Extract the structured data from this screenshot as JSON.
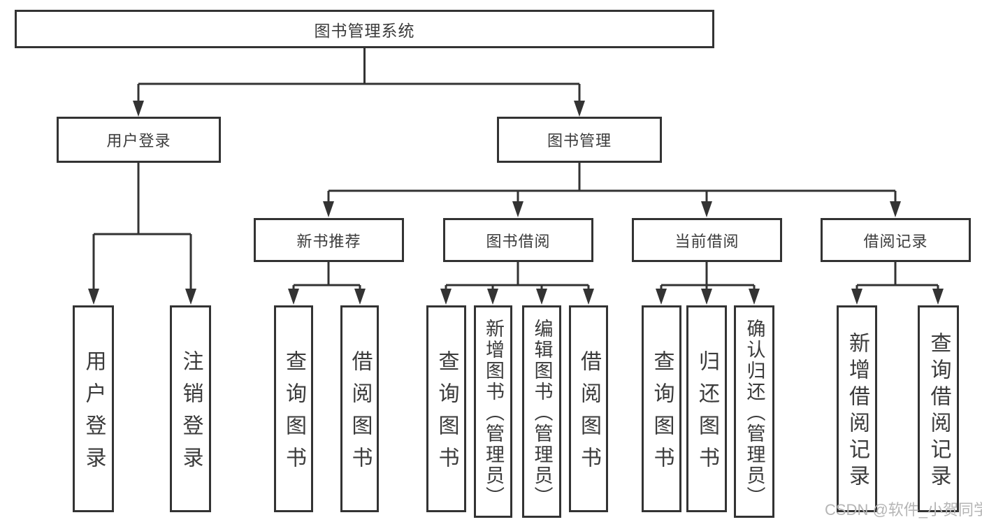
{
  "tree": {
    "root": {
      "label": "图书管理系统"
    },
    "branches": [
      {
        "label": "用户登录",
        "children": [
          {
            "label": "用户登录"
          },
          {
            "label": "注销登录"
          }
        ]
      },
      {
        "label": "图书管理",
        "groups": [
          {
            "label": "新书推荐",
            "children": [
              {
                "label": "查询图书"
              },
              {
                "label": "借阅图书"
              }
            ]
          },
          {
            "label": "图书借阅",
            "children": [
              {
                "label": "查询图书"
              },
              {
                "label": "新增图书（管理员）"
              },
              {
                "label": "编辑图书（管理员）"
              },
              {
                "label": "借阅图书"
              }
            ]
          },
          {
            "label": "当前借阅",
            "children": [
              {
                "label": "查询图书"
              },
              {
                "label": "归还图书"
              },
              {
                "label": "确认归还（管理员）"
              }
            ]
          },
          {
            "label": "借阅记录",
            "children": [
              {
                "label": "新增借阅记录"
              },
              {
                "label": "查询借阅记录"
              }
            ]
          }
        ]
      }
    ]
  },
  "watermark": "CSDN @软件_小贺同学",
  "colors": {
    "line": "#333333",
    "text": "#3b3b3b",
    "background": "#ffffff",
    "watermark": "#b5b5b5"
  }
}
